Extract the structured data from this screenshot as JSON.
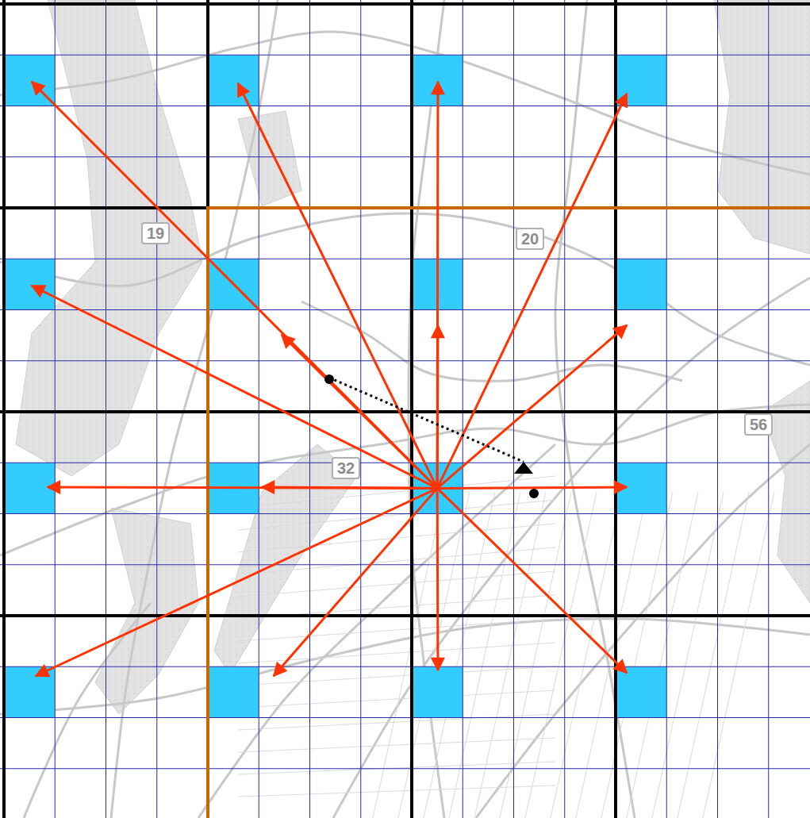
{
  "diagram": {
    "labels": [
      "19",
      "20",
      "32",
      "56"
    ]
  }
}
